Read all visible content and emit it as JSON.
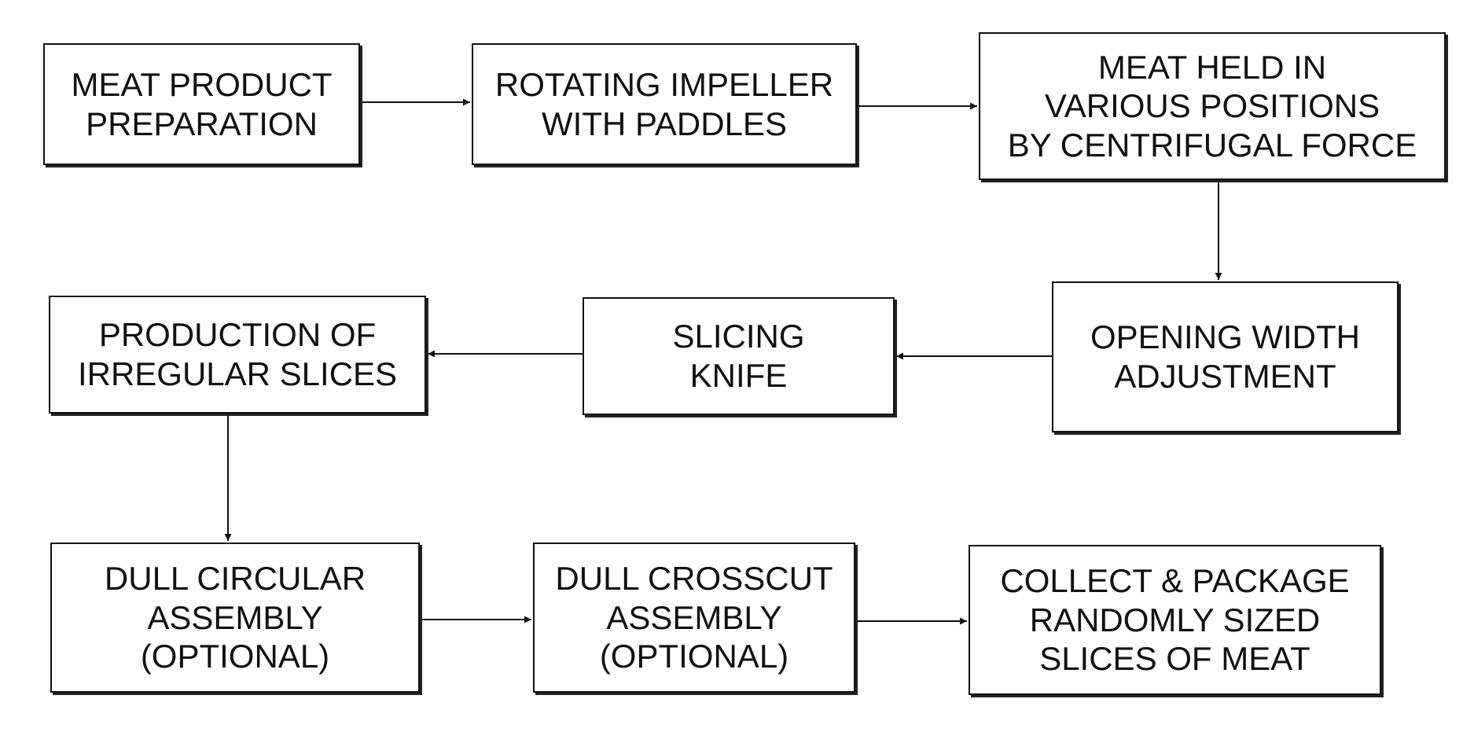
{
  "nodes": [
    {
      "id": "meat-product-preparation",
      "lines": [
        "MEAT PRODUCT",
        "PREPARATION"
      ]
    },
    {
      "id": "rotating-impeller",
      "lines": [
        "ROTATING IMPELLER",
        "WITH PADDLES"
      ]
    },
    {
      "id": "meat-held",
      "lines": [
        "MEAT HELD IN",
        "VARIOUS POSITIONS",
        "BY CENTRIFUGAL FORCE"
      ]
    },
    {
      "id": "opening-width-adjustment",
      "lines": [
        "OPENING WIDTH",
        "ADJUSTMENT"
      ]
    },
    {
      "id": "slicing-knife",
      "lines": [
        "SLICING",
        "KNIFE"
      ]
    },
    {
      "id": "production-irregular-slices",
      "lines": [
        "PRODUCTION OF",
        "IRREGULAR SLICES"
      ]
    },
    {
      "id": "dull-circular-assembly",
      "lines": [
        "DULL CIRCULAR",
        "ASSEMBLY",
        "(OPTIONAL)"
      ]
    },
    {
      "id": "dull-crosscut-assembly",
      "lines": [
        "DULL CROSSCUT",
        "ASSEMBLY",
        "(OPTIONAL)"
      ]
    },
    {
      "id": "collect-package",
      "lines": [
        "COLLECT & PACKAGE",
        "RANDOMLY SIZED",
        "SLICES OF MEAT"
      ]
    }
  ],
  "edges": [
    {
      "from": "meat-product-preparation",
      "to": "rotating-impeller"
    },
    {
      "from": "rotating-impeller",
      "to": "meat-held"
    },
    {
      "from": "meat-held",
      "to": "opening-width-adjustment"
    },
    {
      "from": "opening-width-adjustment",
      "to": "slicing-knife"
    },
    {
      "from": "slicing-knife",
      "to": "production-irregular-slices"
    },
    {
      "from": "production-irregular-slices",
      "to": "dull-circular-assembly"
    },
    {
      "from": "dull-circular-assembly",
      "to": "dull-crosscut-assembly"
    },
    {
      "from": "dull-crosscut-assembly",
      "to": "collect-package"
    }
  ]
}
